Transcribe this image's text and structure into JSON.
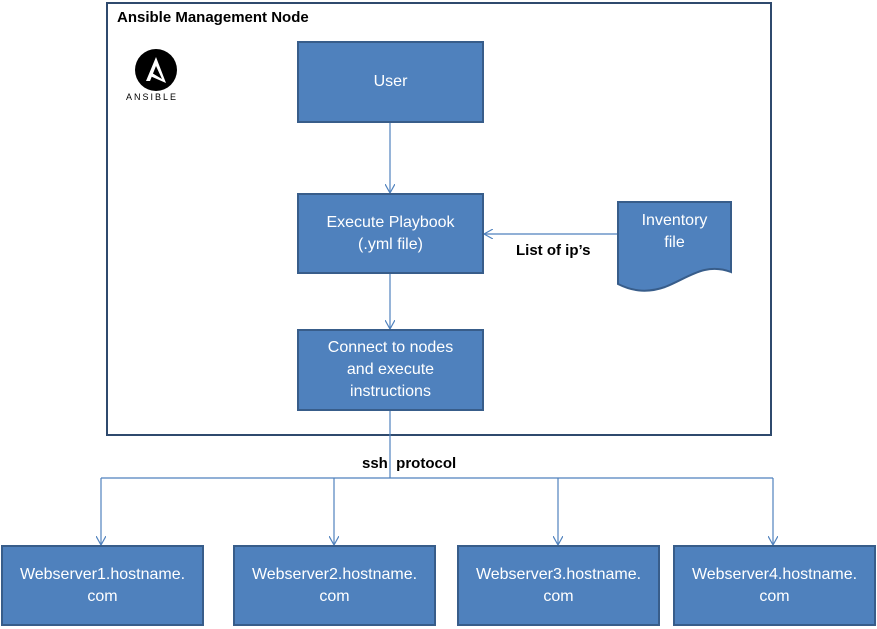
{
  "diagram": {
    "container_title": "Ansible Management Node",
    "logo_text": "ANSIBLE",
    "nodes": {
      "user": "User",
      "execute_playbook": "Execute Playbook\n(.yml file)",
      "connect": "Connect to nodes\nand execute\ninstructions",
      "inventory": "Inventory\nfile"
    },
    "edge_labels": {
      "inventory_to_playbook": "List of ip’s",
      "ssh": "ssh  protocol"
    },
    "webservers": [
      "Webserver1.hostname.\ncom",
      "Webserver2.hostname.\ncom",
      "Webserver3.hostname.\ncom",
      "Webserver4.hostname.\ncom"
    ],
    "colors": {
      "box_fill": "#4f81bd",
      "box_border": "#385d8a",
      "connector": "#4f81bd"
    }
  }
}
